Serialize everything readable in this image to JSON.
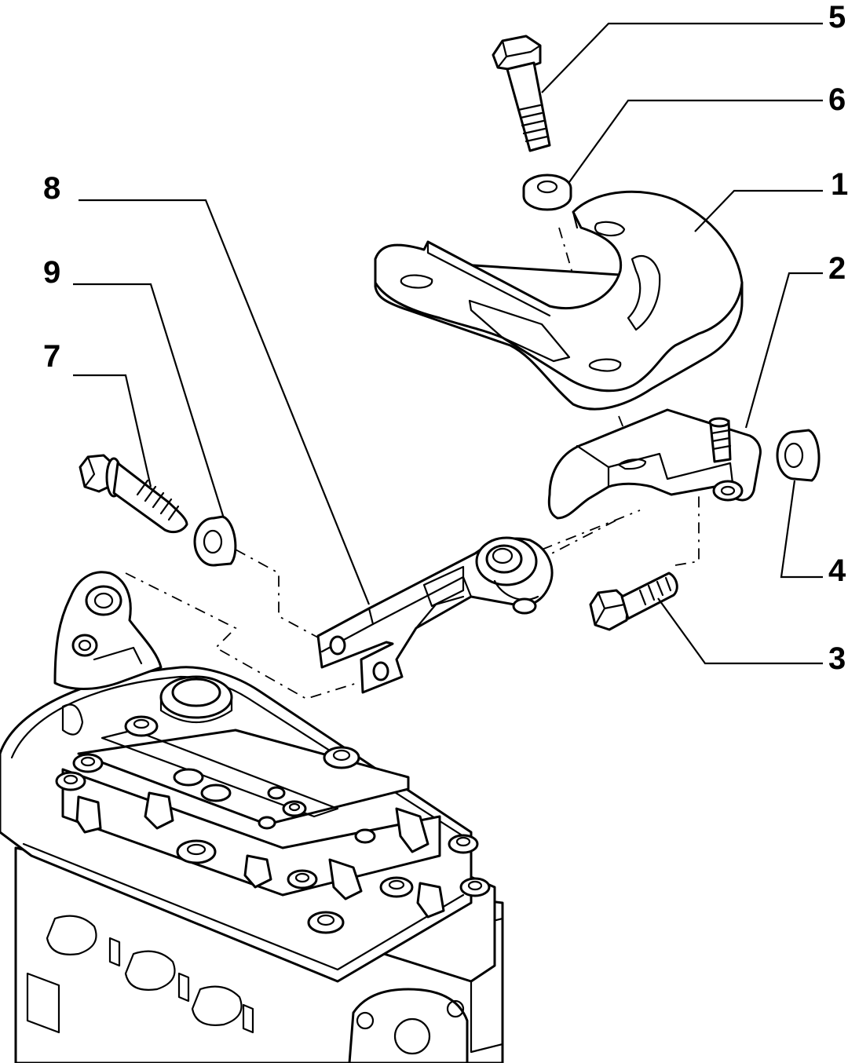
{
  "colors": {
    "line": "#000000",
    "background": "#ffffff"
  },
  "callouts": [
    {
      "id": "1",
      "label": "1"
    },
    {
      "id": "2",
      "label": "2"
    },
    {
      "id": "3",
      "label": "3"
    },
    {
      "id": "4",
      "label": "4"
    },
    {
      "id": "5",
      "label": "5"
    },
    {
      "id": "6",
      "label": "6"
    },
    {
      "id": "7",
      "label": "7"
    },
    {
      "id": "8",
      "label": "8"
    },
    {
      "id": "9",
      "label": "9"
    }
  ]
}
